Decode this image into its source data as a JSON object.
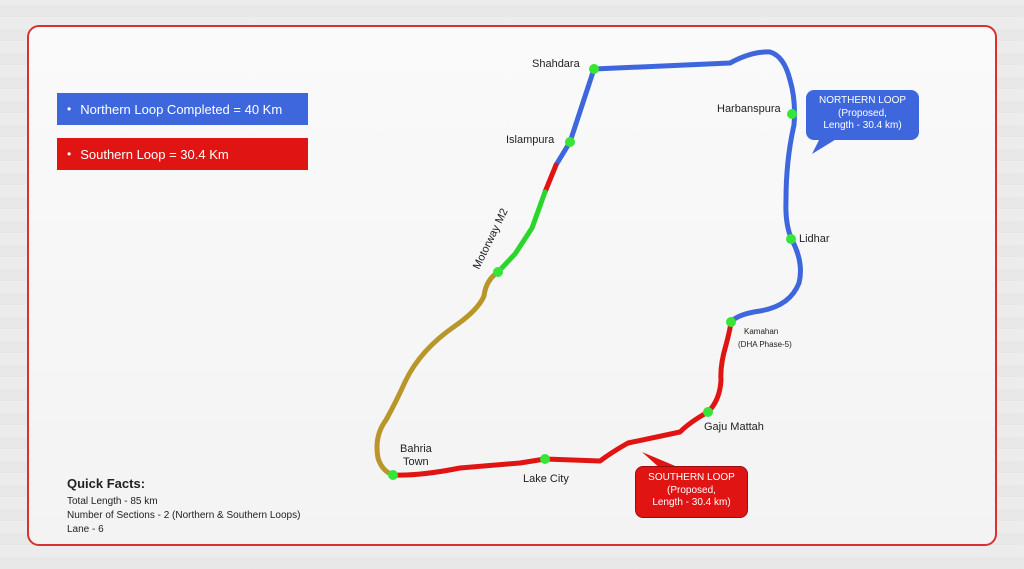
{
  "legend": {
    "northern": "Northern Loop Completed = 40 Km",
    "southern": "Southern Loop = 30.4 Km",
    "bullet": "•"
  },
  "facts": {
    "title": "Quick Facts:",
    "lines": [
      "Total Length - 85 km",
      "Number of Sections - 2 (Northern & Southern Loops)",
      "Lane - 6"
    ]
  },
  "road_label": "Motorway M2",
  "places": {
    "shahdara": "Shahdara",
    "islampura": "Islampura",
    "harbanspura": "Harbanspura",
    "lidhar": "Lidhar",
    "kamahan": "Kamahan",
    "kamahan_sub": "(DHA Phase-5)",
    "gaju_mattah": "Gaju Mattah",
    "lake_city": "Lake City",
    "bahria_1": "Bahria",
    "bahria_2": "Town"
  },
  "callouts": {
    "north": [
      "NORTHERN LOOP",
      "(Proposed,",
      "Length - 30.4 km)"
    ],
    "south": [
      "SOUTHERN LOOP",
      "(Proposed,",
      "Length - 30.4 km)"
    ]
  },
  "colors": {
    "northern": "#3e67dd",
    "southern": "#e11414",
    "motorway_green": "#2bd62b",
    "motorway_gold": "#b8962a",
    "node": "#36e536",
    "frame": "#d9312f"
  },
  "icons": {
    "node": "green-dot"
  }
}
